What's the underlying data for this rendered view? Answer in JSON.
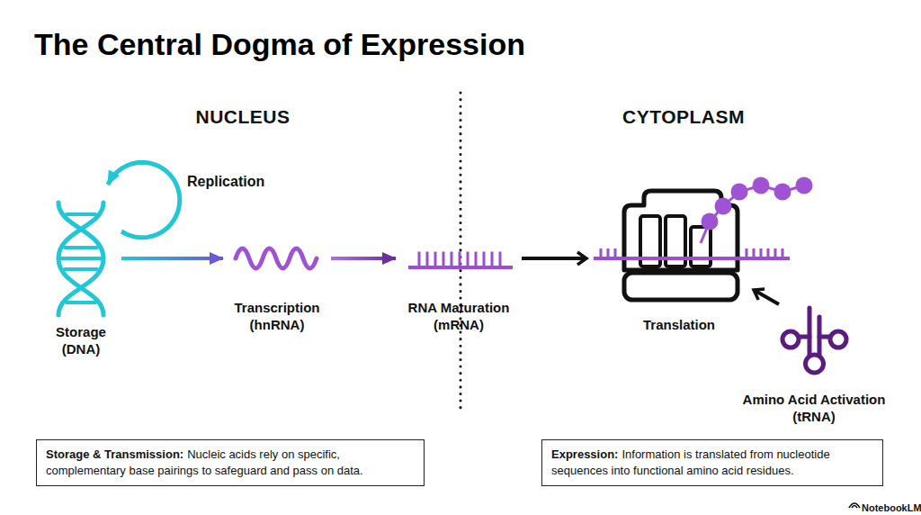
{
  "diagram": {
    "title": "The Central Dogma of Expression",
    "nodes": [
      {
        "text": [
          "Storage (DNA)"
        ]
      },
      {
        "text": [
          "Transcription (hnRNA)"
        ]
      },
      {
        "text": [
          "RNA Maturation (mRNA)"
        ]
      },
      {
        "text": [
          "Translation"
        ]
      },
      {
        "text": [
          "Amino Acid Activation (tRNA)"
        ]
      },
      {
        "text": [
          "Storage & Transmission:",
          "Nucleic acids rely on specific, complementary base pairings to safeguard and pass on data."
        ]
      },
      {
        "text": [
          "Expression:",
          "Information is translated from nucleotide sequences into functional amino acid residues."
        ]
      }
    ],
    "edges": [
      {
        "from": 0,
        "to": 0,
        "label": "Replication",
        "arrow": "to"
      },
      {
        "from": 0,
        "to": 1,
        "arrow": "to"
      },
      {
        "from": 1,
        "to": 2,
        "arrow": "to"
      },
      {
        "from": 2,
        "to": 3,
        "arrow": "to"
      },
      {
        "from": 4,
        "to": 3,
        "arrow": "to"
      }
    ],
    "labels": [
      "NUCLEUS",
      "CYTOPLASM",
      "NotebookLM"
    ]
  }
}
